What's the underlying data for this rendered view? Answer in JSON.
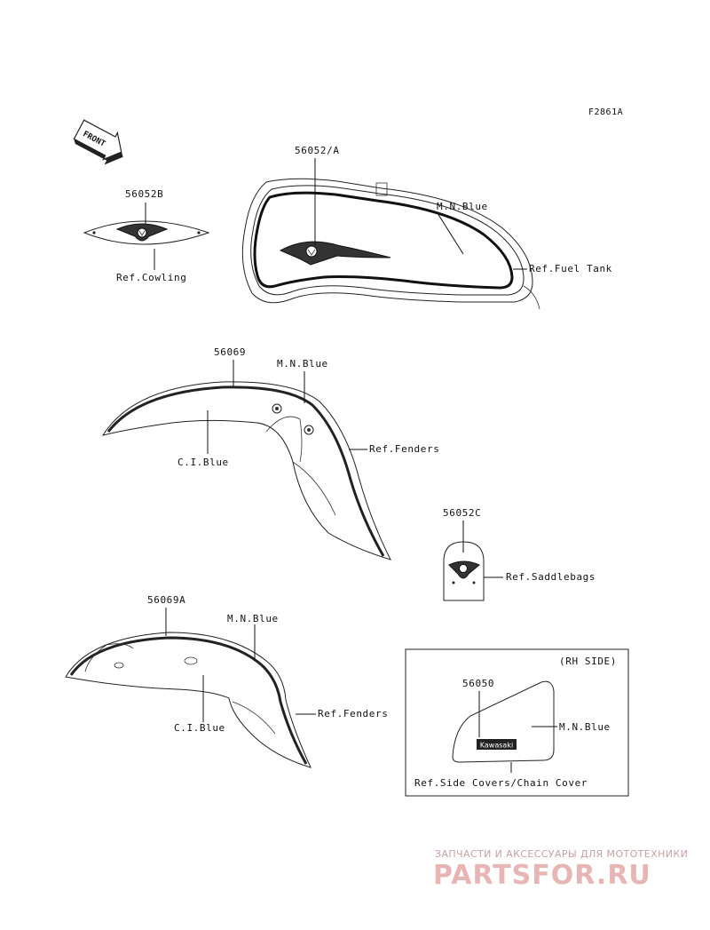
{
  "figure_code": "F2861A",
  "front_arrow_label": "FRONT",
  "parts": {
    "cowling": {
      "number": "56052B",
      "ref": "Ref.Cowling"
    },
    "fuel_tank": {
      "number": "56052/A",
      "color": "M.N.Blue",
      "ref": "Ref.Fuel Tank"
    },
    "front_fender": {
      "number": "56069",
      "color_stripe": "M.N.Blue",
      "color_body": "C.I.Blue",
      "ref": "Ref.Fenders"
    },
    "saddlebag": {
      "number": "56052C",
      "ref": "Ref.Saddlebags"
    },
    "rear_fender": {
      "number": "56069A",
      "color_stripe": "M.N.Blue",
      "color_body": "C.I.Blue",
      "ref": "Ref.Fenders"
    },
    "side_cover": {
      "side_note": "(RH SIDE)",
      "number": "56050",
      "color": "M.N.Blue",
      "logo": "Kawasaki",
      "ref": "Ref.Side Covers/Chain Cover"
    }
  },
  "watermark": {
    "tagline": "ЗАПЧАСТИ И АКСЕССУАРЫ ДЛЯ МОТОТЕХНИКИ",
    "brand": "PARTSFOR.RU"
  }
}
